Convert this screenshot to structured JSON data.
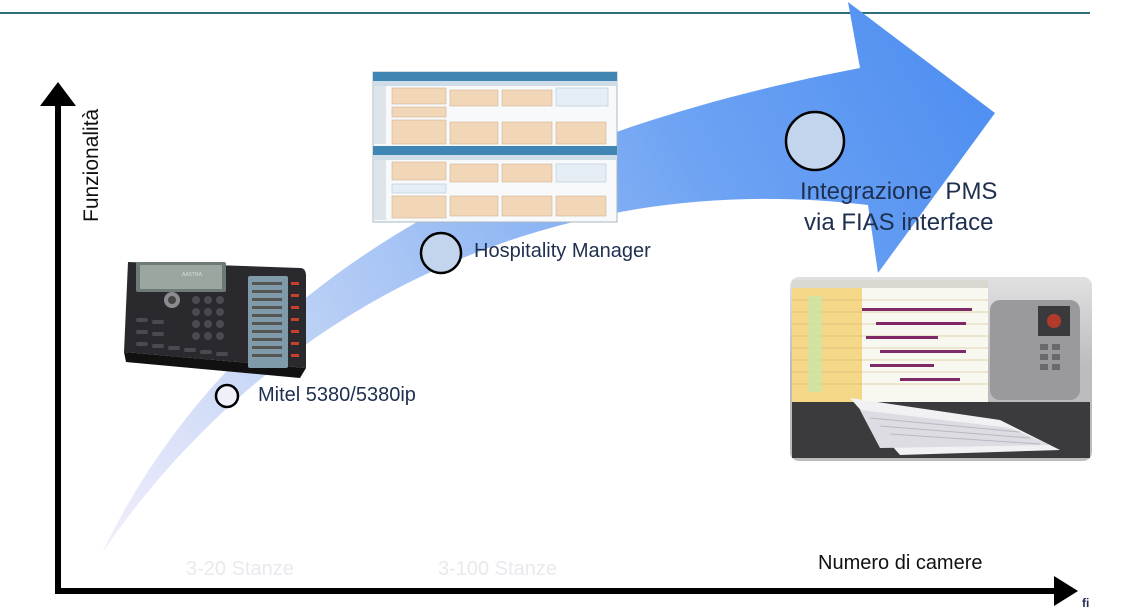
{
  "axes": {
    "y_label": "Funzionalità",
    "x_label": "Numero di camere"
  },
  "tiers": [
    {
      "label": "3-20 Stanze"
    },
    {
      "label": "3-100 Stanze"
    }
  ],
  "milestones": [
    {
      "label": "Mitel 5380/5380ip"
    },
    {
      "label": "Hospitality Manager"
    },
    {
      "label_line1": "Integrazione  PMS",
      "label_line2": "via FIAS interface"
    }
  ],
  "colors": {
    "arrow_tip": "#4d8ef2",
    "arrow_tail": "#f3effb",
    "axis": "#000000",
    "milestone_fill": "#c3d5ec",
    "label_text": "#1f2f4f",
    "header_rule": "#2c6d7e"
  },
  "icons": {
    "phone": "ip-phone-icon",
    "software": "software-window-icon",
    "pms": "pms-screen-icon"
  },
  "footer": {
    "corner_mark": "fi"
  }
}
